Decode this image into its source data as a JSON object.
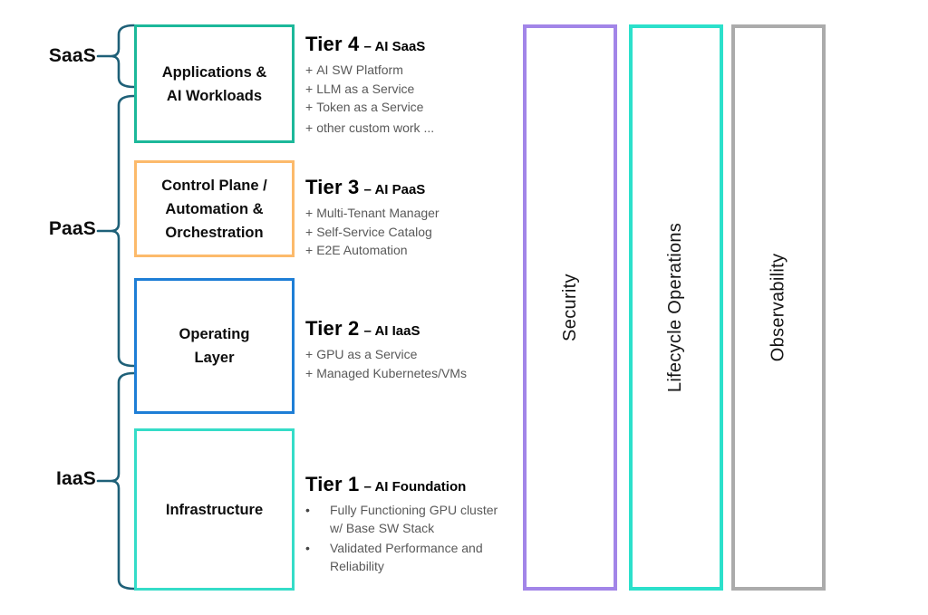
{
  "diagram": {
    "background": "#ffffff",
    "brace_color": "#1e6078",
    "text_colors": {
      "heading": "#000000",
      "body": "#595959",
      "label": "#0d0d0d"
    },
    "side_labels": [
      {
        "label": "SaaS"
      },
      {
        "label": "PaaS"
      },
      {
        "label": "IaaS"
      }
    ],
    "layers": [
      {
        "name": "Applications & AI Workloads",
        "lines": [
          "Applications &",
          "AI Workloads"
        ],
        "border_color": "#1cb89a"
      },
      {
        "name": "Control Plane / Automation & Orchestration",
        "lines": [
          "Control Plane /",
          "Automation &",
          "Orchestration"
        ],
        "border_color": "#fcba6b"
      },
      {
        "name": "Operating Layer",
        "lines": [
          "Operating",
          "Layer"
        ],
        "border_color": "#1e7ed6"
      },
      {
        "name": "Infrastructure",
        "lines": [
          "Infrastructure"
        ],
        "border_color": "#35dcc8"
      }
    ],
    "tiers": [
      {
        "title_big": "Tier 4",
        "title_small": "– AI SaaS",
        "bullet": "+",
        "items": [
          "AI SW Platform",
          "LLM as a Service",
          "Token as a Service",
          "other custom work ..."
        ]
      },
      {
        "title_big": "Tier 3",
        "title_small": "– AI PaaS",
        "bullet": "+",
        "items": [
          "Multi-Tenant Manager",
          "Self-Service Catalog",
          "E2E Automation"
        ]
      },
      {
        "title_big": "Tier 2",
        "title_small": "– AI IaaS",
        "bullet": "+",
        "items": [
          "GPU as a Service",
          "Managed Kubernetes/VMs"
        ]
      },
      {
        "title_big": "Tier 1",
        "title_small": "– AI Foundation",
        "bullet": "•",
        "items": [
          "Fully Functioning GPU cluster w/ Base SW Stack",
          "Validated Performance and Reliability"
        ]
      }
    ],
    "pillars": [
      {
        "label": "Security",
        "border_color": "#a285e8"
      },
      {
        "label": "Lifecycle Operations",
        "border_color": "#2ce0cb"
      },
      {
        "label": "Observability",
        "border_color": "#ababab"
      }
    ]
  }
}
